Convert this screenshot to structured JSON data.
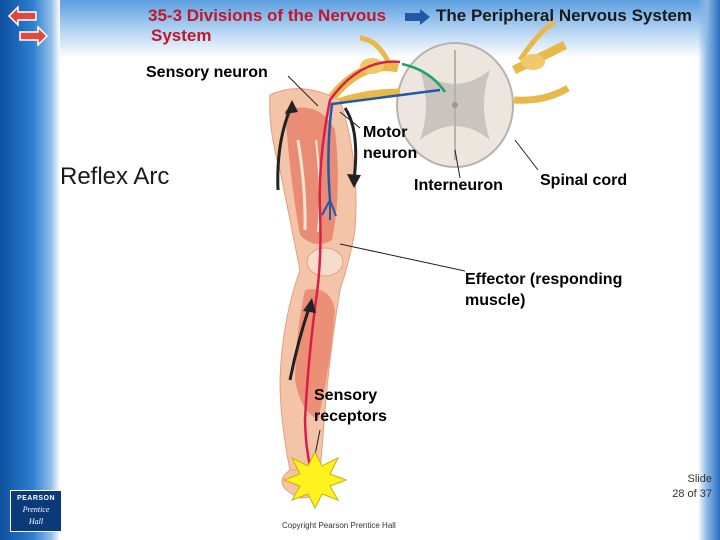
{
  "header": {
    "title_line1": "35-3 Divisions of the Nervous",
    "title_line2": "System",
    "breadcrumb": "The Peripheral Nervous System"
  },
  "diagram": {
    "heading": "Reflex Arc",
    "labels": {
      "sensory_neuron": "Sensory neuron",
      "motor_line1": "Motor",
      "motor_line2": "neuron",
      "interneuron": "Interneuron",
      "spinal_cord": "Spinal cord",
      "effector_line1": "Effector (responding",
      "effector_line2": "muscle)",
      "receptors_line1": "Sensory",
      "receptors_line2": "receptors"
    }
  },
  "footer": {
    "slide_line1": "Slide",
    "slide_line2": "28 of 37",
    "copyright": "Copyright Pearson Prentice Hall",
    "logo_brand": "PEARSON",
    "logo_line1": "Prentice",
    "logo_line2": "Hall"
  },
  "colors": {
    "title_red": "#c0182a",
    "sensory_neuron": "#d81f4a",
    "motor_neuron": "#1f5aa8",
    "nerve": "#e9b84a",
    "muscle": "#e8826a"
  },
  "icons": [
    "nav-arrows-icon",
    "breadcrumb-arrow-icon",
    "starburst-stimulus-icon"
  ]
}
